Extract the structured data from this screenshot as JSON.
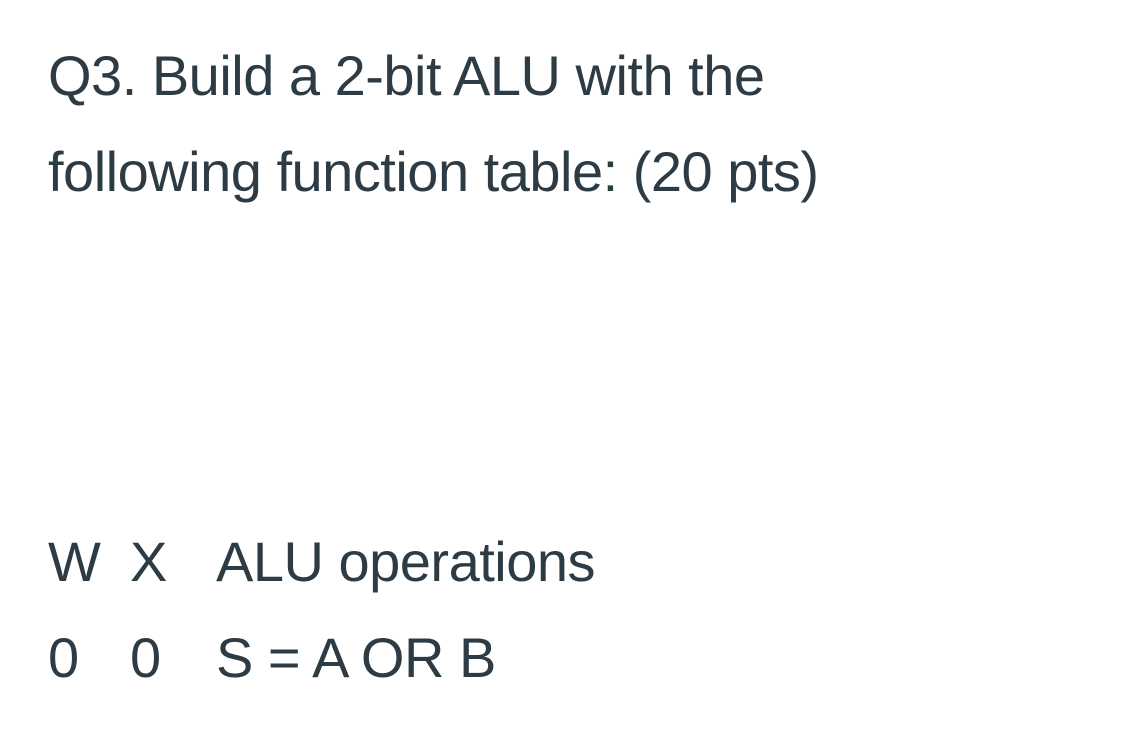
{
  "question": {
    "text_line1": "Q3. Build a 2-bit ALU with the",
    "text_line2": "following function table: (20 pts)"
  },
  "function_table": {
    "header": {
      "w": "W",
      "x": "X",
      "op": "ALU operations"
    },
    "rows": [
      {
        "w": "0",
        "x": "0",
        "op": "S = A OR B"
      }
    ]
  }
}
